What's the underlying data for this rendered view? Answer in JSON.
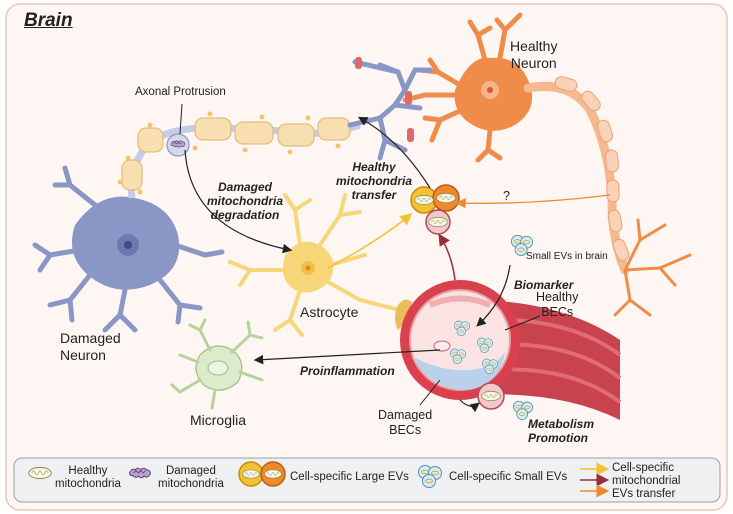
{
  "title": "Brain",
  "labels": {
    "healthy_neuron": [
      "Healthy",
      "Neuron"
    ],
    "damaged_neuron": [
      "Damaged",
      "Neuron"
    ],
    "axonal_protrusion": "Axonal Protrusion",
    "damaged_degradation": [
      "Damaged",
      "mitochondria",
      "degradation"
    ],
    "healthy_transfer": [
      "Healthy",
      "mitochondria",
      "transfer"
    ],
    "question": "?",
    "astrocyte": "Astrocyte",
    "microglia": "Microglia",
    "small_evs_brain": "Small EVs in brain",
    "biomarker": "Biomarker",
    "healthy_becs": [
      "Healthy",
      "BECs"
    ],
    "damaged_becs": [
      "Damaged",
      "BECs"
    ],
    "proinflammation": "Proinflammation",
    "metabolism": [
      "Metabolism",
      "Promotion"
    ]
  },
  "legend": {
    "healthy_mito": [
      "Healthy",
      "mitochondria"
    ],
    "damaged_mito": [
      "Damaged",
      "mitochondria"
    ],
    "large_evs": "Cell-specific Large EVs",
    "small_evs": "Cell-specific Small EVs",
    "transfer": [
      "Cell-specific",
      "mitochondrial",
      "EVs transfer"
    ]
  },
  "colors": {
    "healthy_neuron": "#f08c4a",
    "damaged_neuron": "#8a96c6",
    "astrocyte": "#f7d67a",
    "microglia": "#dcebc9",
    "vessel": "#d9414f",
    "arrow_yellow": "#f2c230",
    "arrow_red": "#9e2b3a",
    "arrow_orange": "#ef8a2c"
  }
}
